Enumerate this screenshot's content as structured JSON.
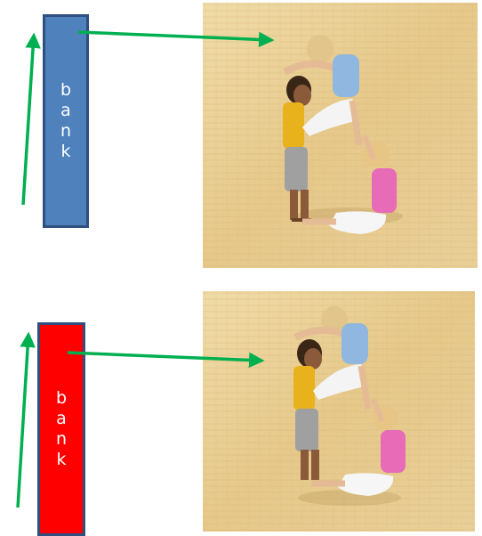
{
  "panels": [
    {
      "id": "top",
      "word": "bank",
      "letters": [
        "b",
        "a",
        "n",
        "k"
      ],
      "bar_fill": "#4f81bd",
      "bar_border": "#2f4f7f",
      "arrow_color": "#00b050"
    },
    {
      "id": "bottom",
      "word": "bank",
      "letters": [
        "b",
        "a",
        "n",
        "k"
      ],
      "bar_fill": "#ff0000",
      "bar_border": "#2f4f7f",
      "arrow_color": "#00b050"
    }
  ],
  "colors": {
    "parchment_light": "#f2dfae",
    "parchment_mid": "#e7ca8e",
    "parchment_dark": "#cfae6a"
  },
  "icons": [
    "up-arrow-icon",
    "right-arrow-icon",
    "letter-b-figure-image"
  ]
}
